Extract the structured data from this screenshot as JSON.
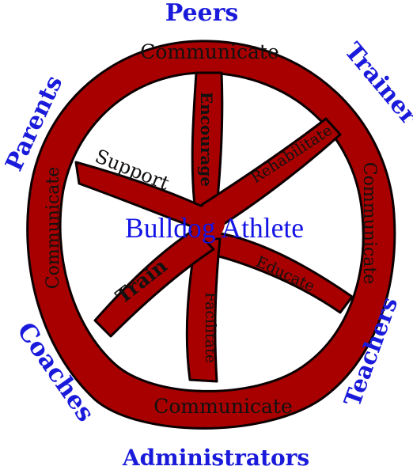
{
  "colors": {
    "wheel_fill": "#a80000",
    "wheel_stroke": "#0d0000",
    "outer_label": "#1a1adb",
    "inner_label": "#111111",
    "center_label": "#1414e6"
  },
  "center_label": "Bulldog Athlete",
  "outer_labels": {
    "peers": "Peers",
    "trainer": "Trainer",
    "teachers": "Teachers",
    "administrators": "Administrators",
    "coaches": "Coaches",
    "parents": "Parents"
  },
  "rim_labels": {
    "top": "Communicate",
    "right": "Communicate",
    "bottom": "Communicate",
    "left": "Communicate"
  },
  "spoke_labels": {
    "encourage": "Encourage",
    "rehabilitate": "Rehabilitate",
    "educate": "Educate",
    "facilitate": "Facilitate",
    "train": "Train",
    "support": "Support"
  }
}
